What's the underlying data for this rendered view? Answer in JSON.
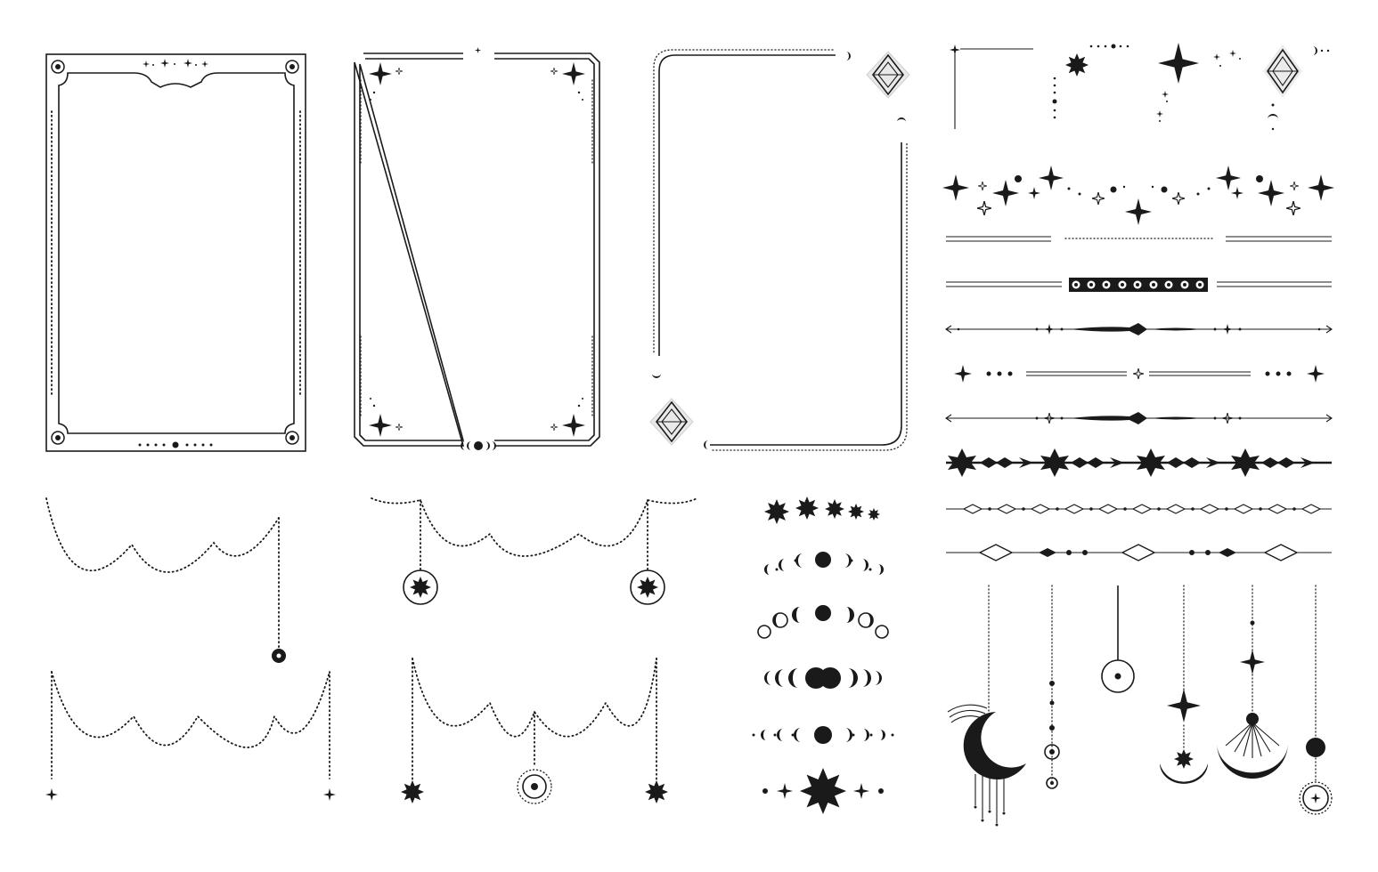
{
  "canvas": {
    "background": "#ffffff",
    "ink": "#1a1a1a"
  },
  "elements": [
    {
      "name": "frame-scalloped-dotted",
      "kind": "frame"
    },
    {
      "name": "frame-starry-moon",
      "kind": "frame"
    },
    {
      "name": "frame-diamond-corner",
      "kind": "frame"
    },
    {
      "name": "corner-ornament-set",
      "kind": "ornament"
    },
    {
      "name": "sparkle-row",
      "kind": "divider"
    },
    {
      "name": "divider-set",
      "kind": "divider",
      "count": 8
    },
    {
      "name": "garland-set",
      "kind": "garland",
      "count": 4
    },
    {
      "name": "moon-phase-set",
      "kind": "ornament",
      "count": 6
    },
    {
      "name": "hanging-charm-set",
      "kind": "charm",
      "count": 6
    }
  ]
}
